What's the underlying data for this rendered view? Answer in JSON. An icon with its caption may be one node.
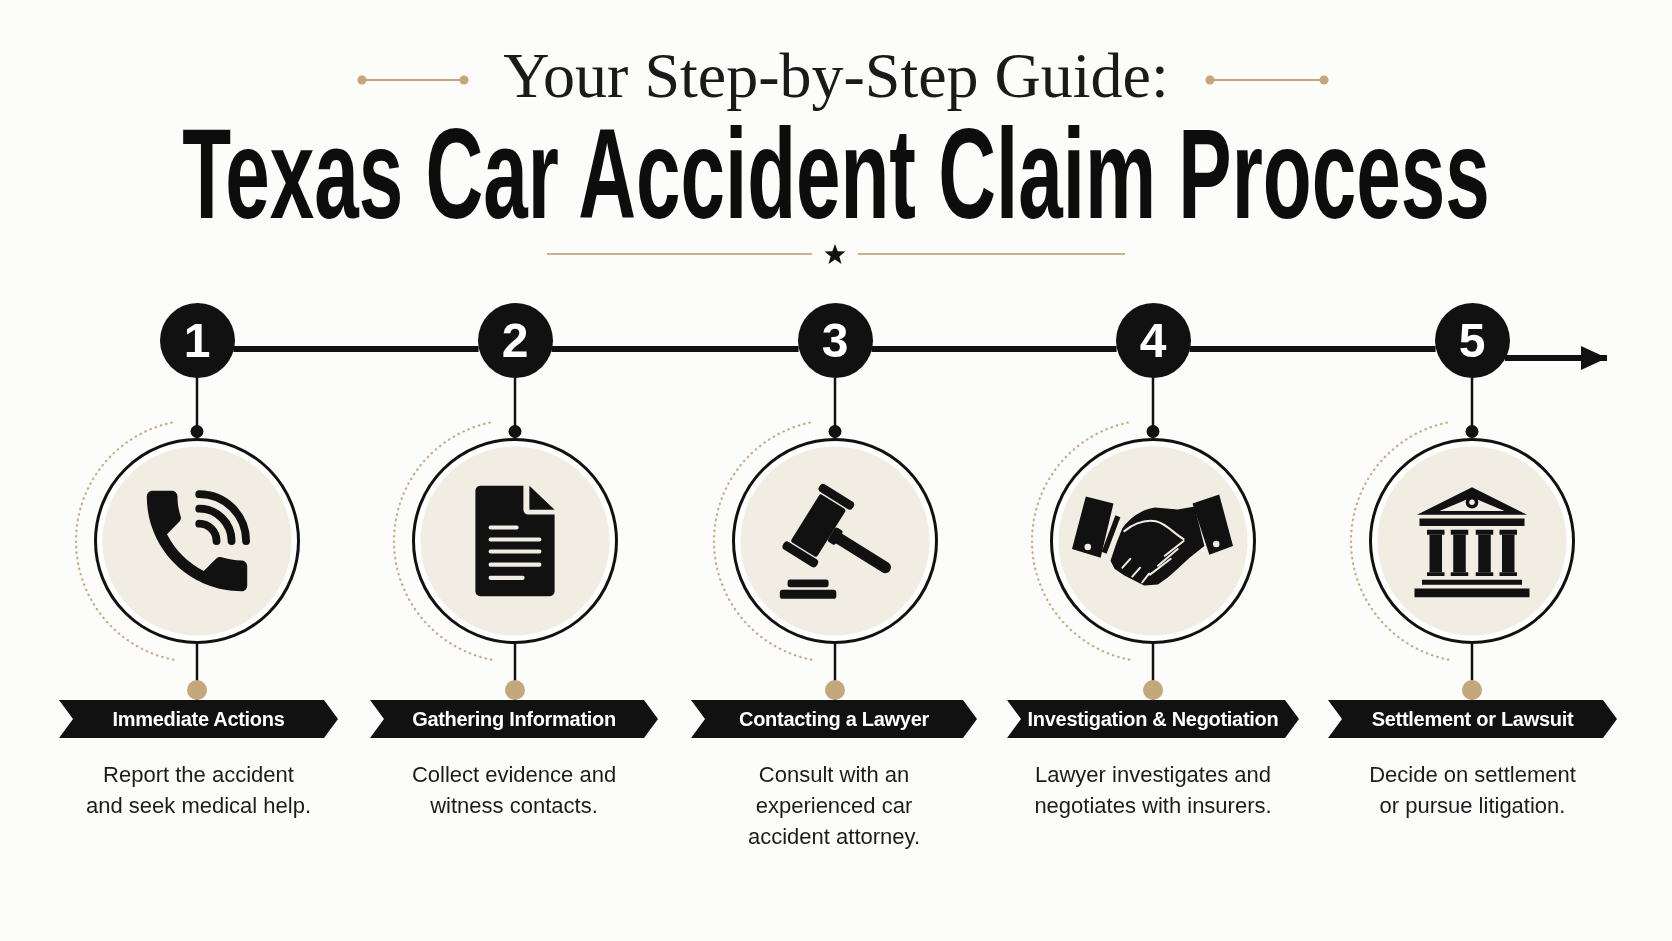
{
  "diagram": {
    "title": "Texas Car Accident Claim Process",
    "nodes": [
      {
        "text": [
          "1"
        ]
      },
      {
        "text": [],
        "shape": "circle"
      },
      {
        "text": [
          "Immediate Actions"
        ],
        "beside": [
          "Report the accident and seek medical help."
        ]
      },
      {
        "text": [
          "2"
        ]
      },
      {
        "text": [],
        "shape": "circle"
      },
      {
        "text": [
          "Gathering Information"
        ],
        "beside": [
          "Collect evidence and witness contacts."
        ]
      },
      {
        "text": [
          "3"
        ]
      },
      {
        "text": [],
        "shape": "circle"
      },
      {
        "text": [
          "Contacting a Lawyer"
        ],
        "beside": [
          "Consult with an experienced car accident attorney."
        ]
      },
      {
        "text": [
          "4"
        ]
      },
      {
        "text": [],
        "shape": "circle"
      },
      {
        "text": [
          "Investigation & Negotiation"
        ],
        "beside": [
          "Lawyer investigates and negotiates with insurers."
        ]
      },
      {
        "text": [
          "5"
        ]
      },
      {
        "text": [],
        "shape": "circle"
      },
      {
        "text": [
          "Settlement or Lawsuit"
        ],
        "beside": [
          "Decide on settlement or pursue litigation."
        ]
      }
    ],
    "edges": [
      {
        "from": 0,
        "to": 3,
        "arrow": "none",
        "style": "thick"
      },
      {
        "from": 3,
        "to": 6,
        "arrow": "none",
        "style": "thick"
      },
      {
        "from": 6,
        "to": 9,
        "arrow": "none",
        "style": "thick"
      },
      {
        "from": 9,
        "to": 12,
        "arrow": "none",
        "style": "thick"
      },
      {
        "from": 12,
        "to": null,
        "arrow": "to",
        "style": "thick"
      },
      {
        "from": 0,
        "to": 1,
        "arrow": "other"
      },
      {
        "from": 1,
        "to": 2,
        "arrow": "other"
      },
      {
        "from": 3,
        "to": 4,
        "arrow": "other"
      },
      {
        "from": 4,
        "to": 5,
        "arrow": "other"
      },
      {
        "from": 6,
        "to": 7,
        "arrow": "other"
      },
      {
        "from": 7,
        "to": 8,
        "arrow": "other"
      },
      {
        "from": 9,
        "to": 10,
        "arrow": "other"
      },
      {
        "from": 10,
        "to": 11,
        "arrow": "other"
      },
      {
        "from": 12,
        "to": 13,
        "arrow": "other"
      },
      {
        "from": 13,
        "to": 14,
        "arrow": "other"
      }
    ],
    "labels": [
      "Your Step-by-Step Guide:"
    ]
  }
}
